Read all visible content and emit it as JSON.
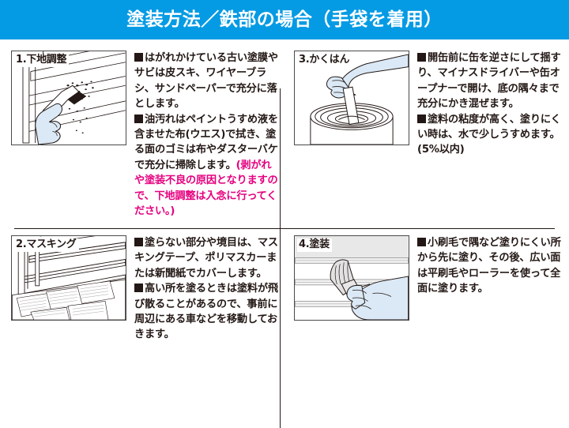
{
  "header": {
    "title": "塗装方法／鉄部の場合（手袋を着用）",
    "background_color": "#059BE4",
    "text_color": "#FFFFFF"
  },
  "colors": {
    "accent_pink": "#E5007F",
    "body_text": "#231815",
    "banner_blue": "#059BE4",
    "panel_border": "#4A4A4A",
    "divider": "#231815"
  },
  "steps": [
    {
      "number": "1",
      "label": "1.下地調整",
      "illustration": "hand-scraping-rust-from-fence-with-scraper",
      "paragraphs": [
        {
          "bullet": true,
          "segments": [
            {
              "text": "はがれかけている古い塗膜やサビは皮スキ、ワイヤーブラシ、サンドペーパーで充分に落とします。",
              "accent": false
            }
          ]
        },
        {
          "bullet": true,
          "segments": [
            {
              "text": "油汚れはペイントうすめ液を含ませた布(ウエス)で拭き、塗る面のゴミは布やダスターバケで充分に掃除します。",
              "accent": false
            },
            {
              "text": "(剥がれや塗装不良の原因となりますので、下地調整は入念に行ってください。)",
              "accent": true
            }
          ]
        }
      ]
    },
    {
      "number": "3",
      "label": "3.かくはん",
      "illustration": "hand-stirring-paint-can-with-stick",
      "paragraphs": [
        {
          "bullet": true,
          "segments": [
            {
              "text": "開缶前に缶を逆さにして揺すり、マイナスドライバーや缶オープナーで開け、底の隅々まで充分にかき混ぜます。",
              "accent": false
            }
          ]
        },
        {
          "bullet": true,
          "segments": [
            {
              "text": "塗料の粘度が高く、塗りにくい時は、水で少しうすめます。(5%以内)",
              "accent": false
            }
          ]
        }
      ]
    },
    {
      "number": "2",
      "label": "2.マスキング",
      "illustration": "fence-with-newspaper-masking-on-ground",
      "paragraphs": [
        {
          "bullet": true,
          "segments": [
            {
              "text": "塗らない部分や境目は、マスキングテープ、ポリマスカーまたは新聞紙でカバーします。",
              "accent": false
            }
          ]
        },
        {
          "bullet": true,
          "segments": [
            {
              "text": "高い所を塗るときは塗料が飛び散ることがあるので、事前に周辺にある車などを移動しておきます。",
              "accent": false
            }
          ]
        }
      ]
    },
    {
      "number": "4",
      "label": "4.塗装",
      "illustration": "hand-painting-fence-rail-with-brush",
      "paragraphs": [
        {
          "bullet": true,
          "segments": [
            {
              "text": "小刷毛で隅など塗りにくい所から先に塗り、その後、広い面は平刷毛やローラーを使って全面に塗ります。",
              "accent": false
            }
          ]
        }
      ]
    }
  ]
}
